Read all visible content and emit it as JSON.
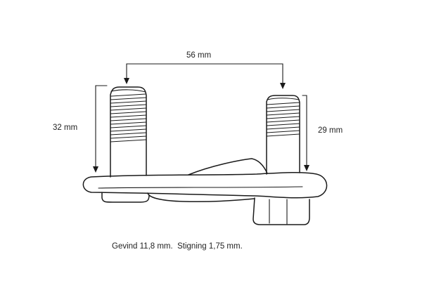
{
  "dimensions": {
    "spacing": "56 mm",
    "left_height": "32 mm",
    "right_height": "29 mm"
  },
  "caption": "Gevind 11,8 mm.  Stigning 1,75 mm."
}
